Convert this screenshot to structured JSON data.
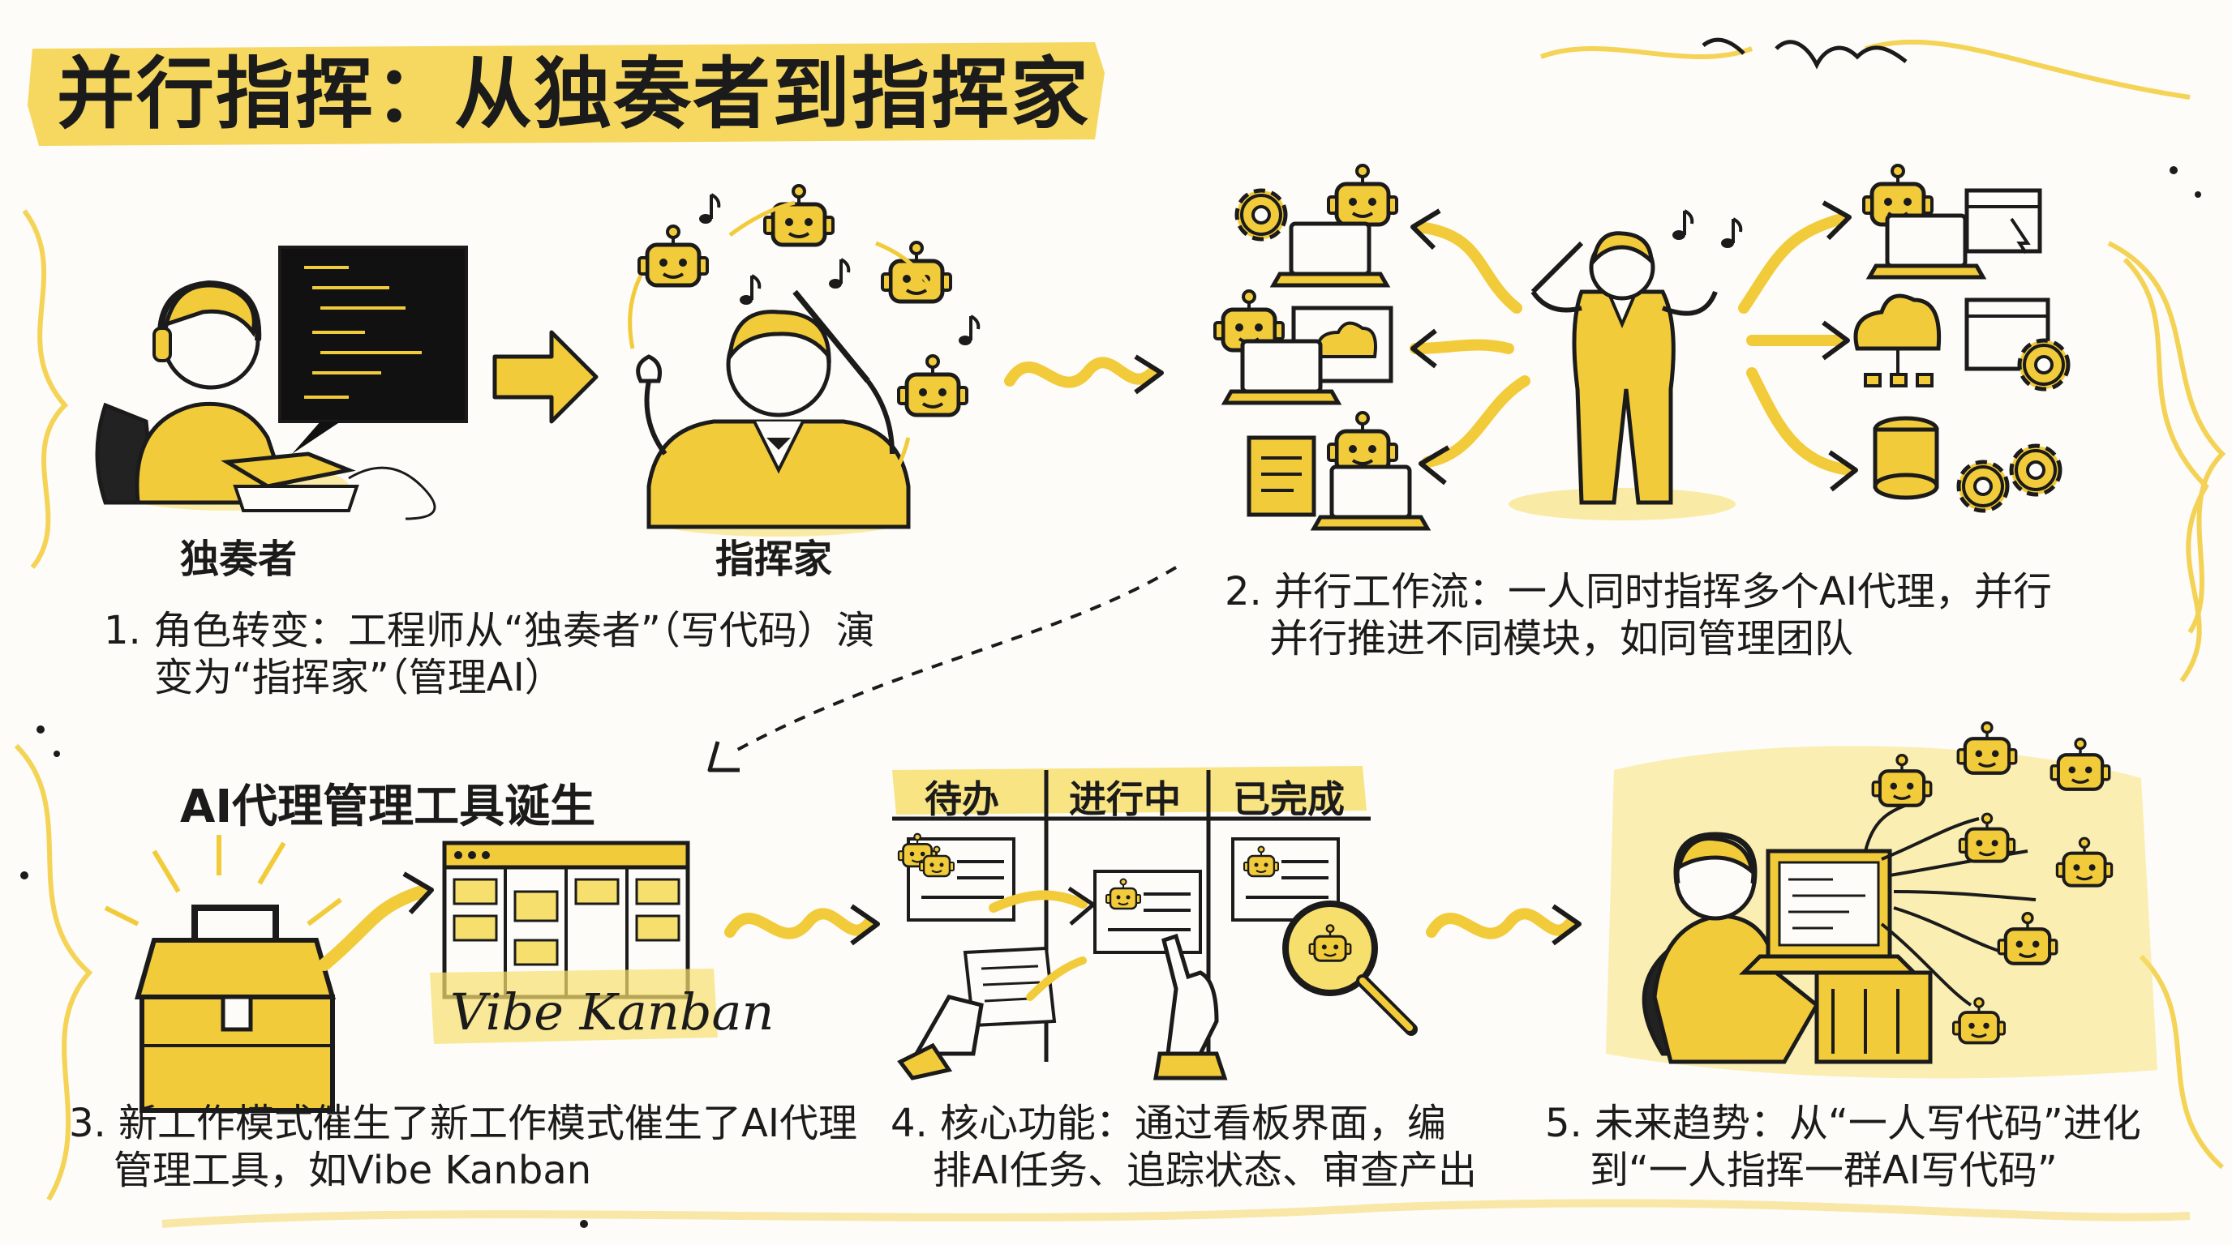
{
  "title": "并行指挥：从独奏者到指挥家",
  "panel1": {
    "soloist_label": "独奏者",
    "conductor_label": "指挥家",
    "caption_line1": "1. 角色转变：工程师从“独奏者”（写代码）演",
    "caption_line2": "变为“指挥家”（管理AI）"
  },
  "panel2": {
    "caption_line1": "2. 并行工作流：一人同时指挥多个AI代理，并行",
    "caption_line2": "并行推进不同模块，如同管理团队"
  },
  "panel3": {
    "heading": "AI代理管理工具诞生",
    "tool_name": "Vibe Kanban",
    "caption_line1": "3. 新工作模式催生了新工作模式催生了AI代理",
    "caption_line2": "管理工具，如Vibe Kanban"
  },
  "panel4": {
    "columns": [
      "待办",
      "进行中",
      "已完成"
    ],
    "caption_line1": "4. 核心功能：通过看板界面，编",
    "caption_line2": "排AI任务、追踪状态、审查产出"
  },
  "panel5": {
    "caption_line1": "5. 未来趋势：从“一人写代码”进化",
    "caption_line2": "到“一人指挥一群AI写代码”"
  },
  "colors": {
    "accent_yellow": "#f2cb3a",
    "highlight_yellow": "#f7df6e",
    "ink": "#1b1b1b",
    "background": "#fdfcf8"
  }
}
